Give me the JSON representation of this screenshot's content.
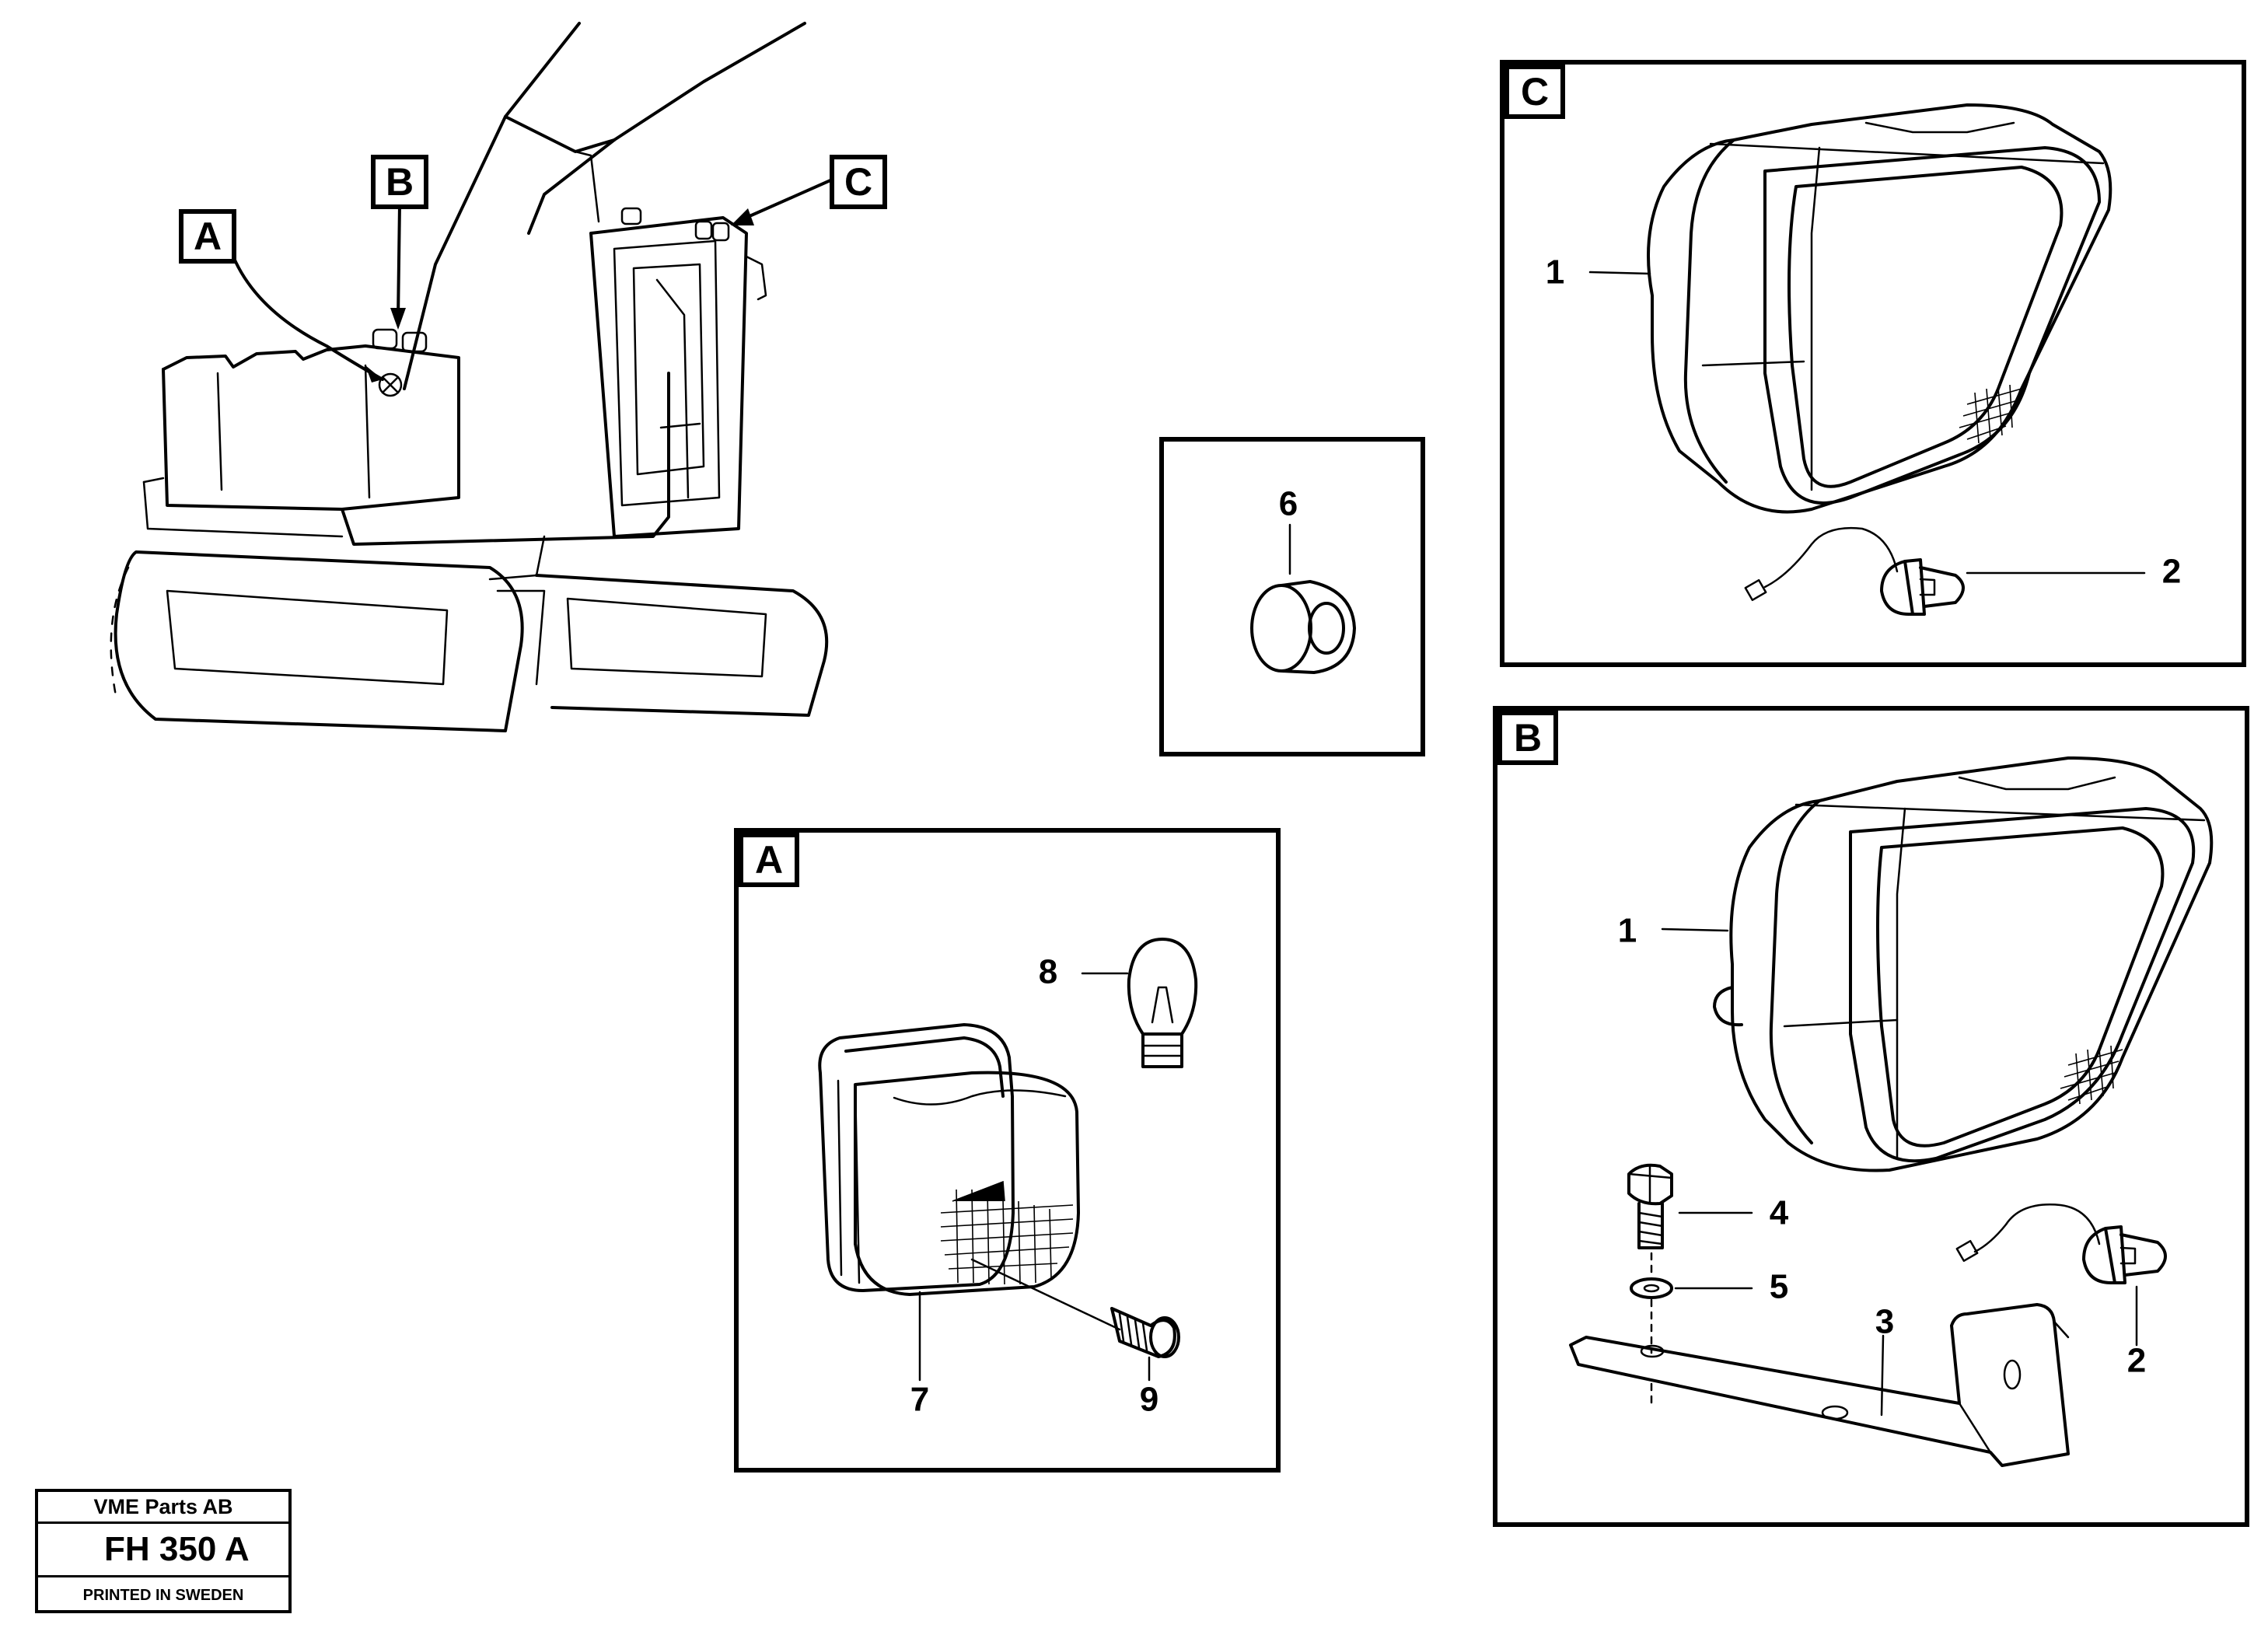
{
  "callouts": {
    "a": "A",
    "b": "B",
    "c": "C"
  },
  "panels": {
    "a": {
      "label": "A",
      "parts": {
        "bulb": "8",
        "lamp": "7",
        "screw": "9"
      }
    },
    "b": {
      "label": "B",
      "parts": {
        "lamp": "1",
        "bulb": "2",
        "bracket": "3",
        "bolt": "4",
        "washer": "5"
      }
    },
    "c": {
      "label": "C",
      "parts": {
        "lamp": "1",
        "bulb": "2"
      }
    },
    "grommet": {
      "parts": {
        "grommet": "6"
      }
    }
  },
  "title_block": {
    "company": "VME Parts AB",
    "code": "FH 350 A",
    "printed": "PRINTED IN SWEDEN"
  }
}
